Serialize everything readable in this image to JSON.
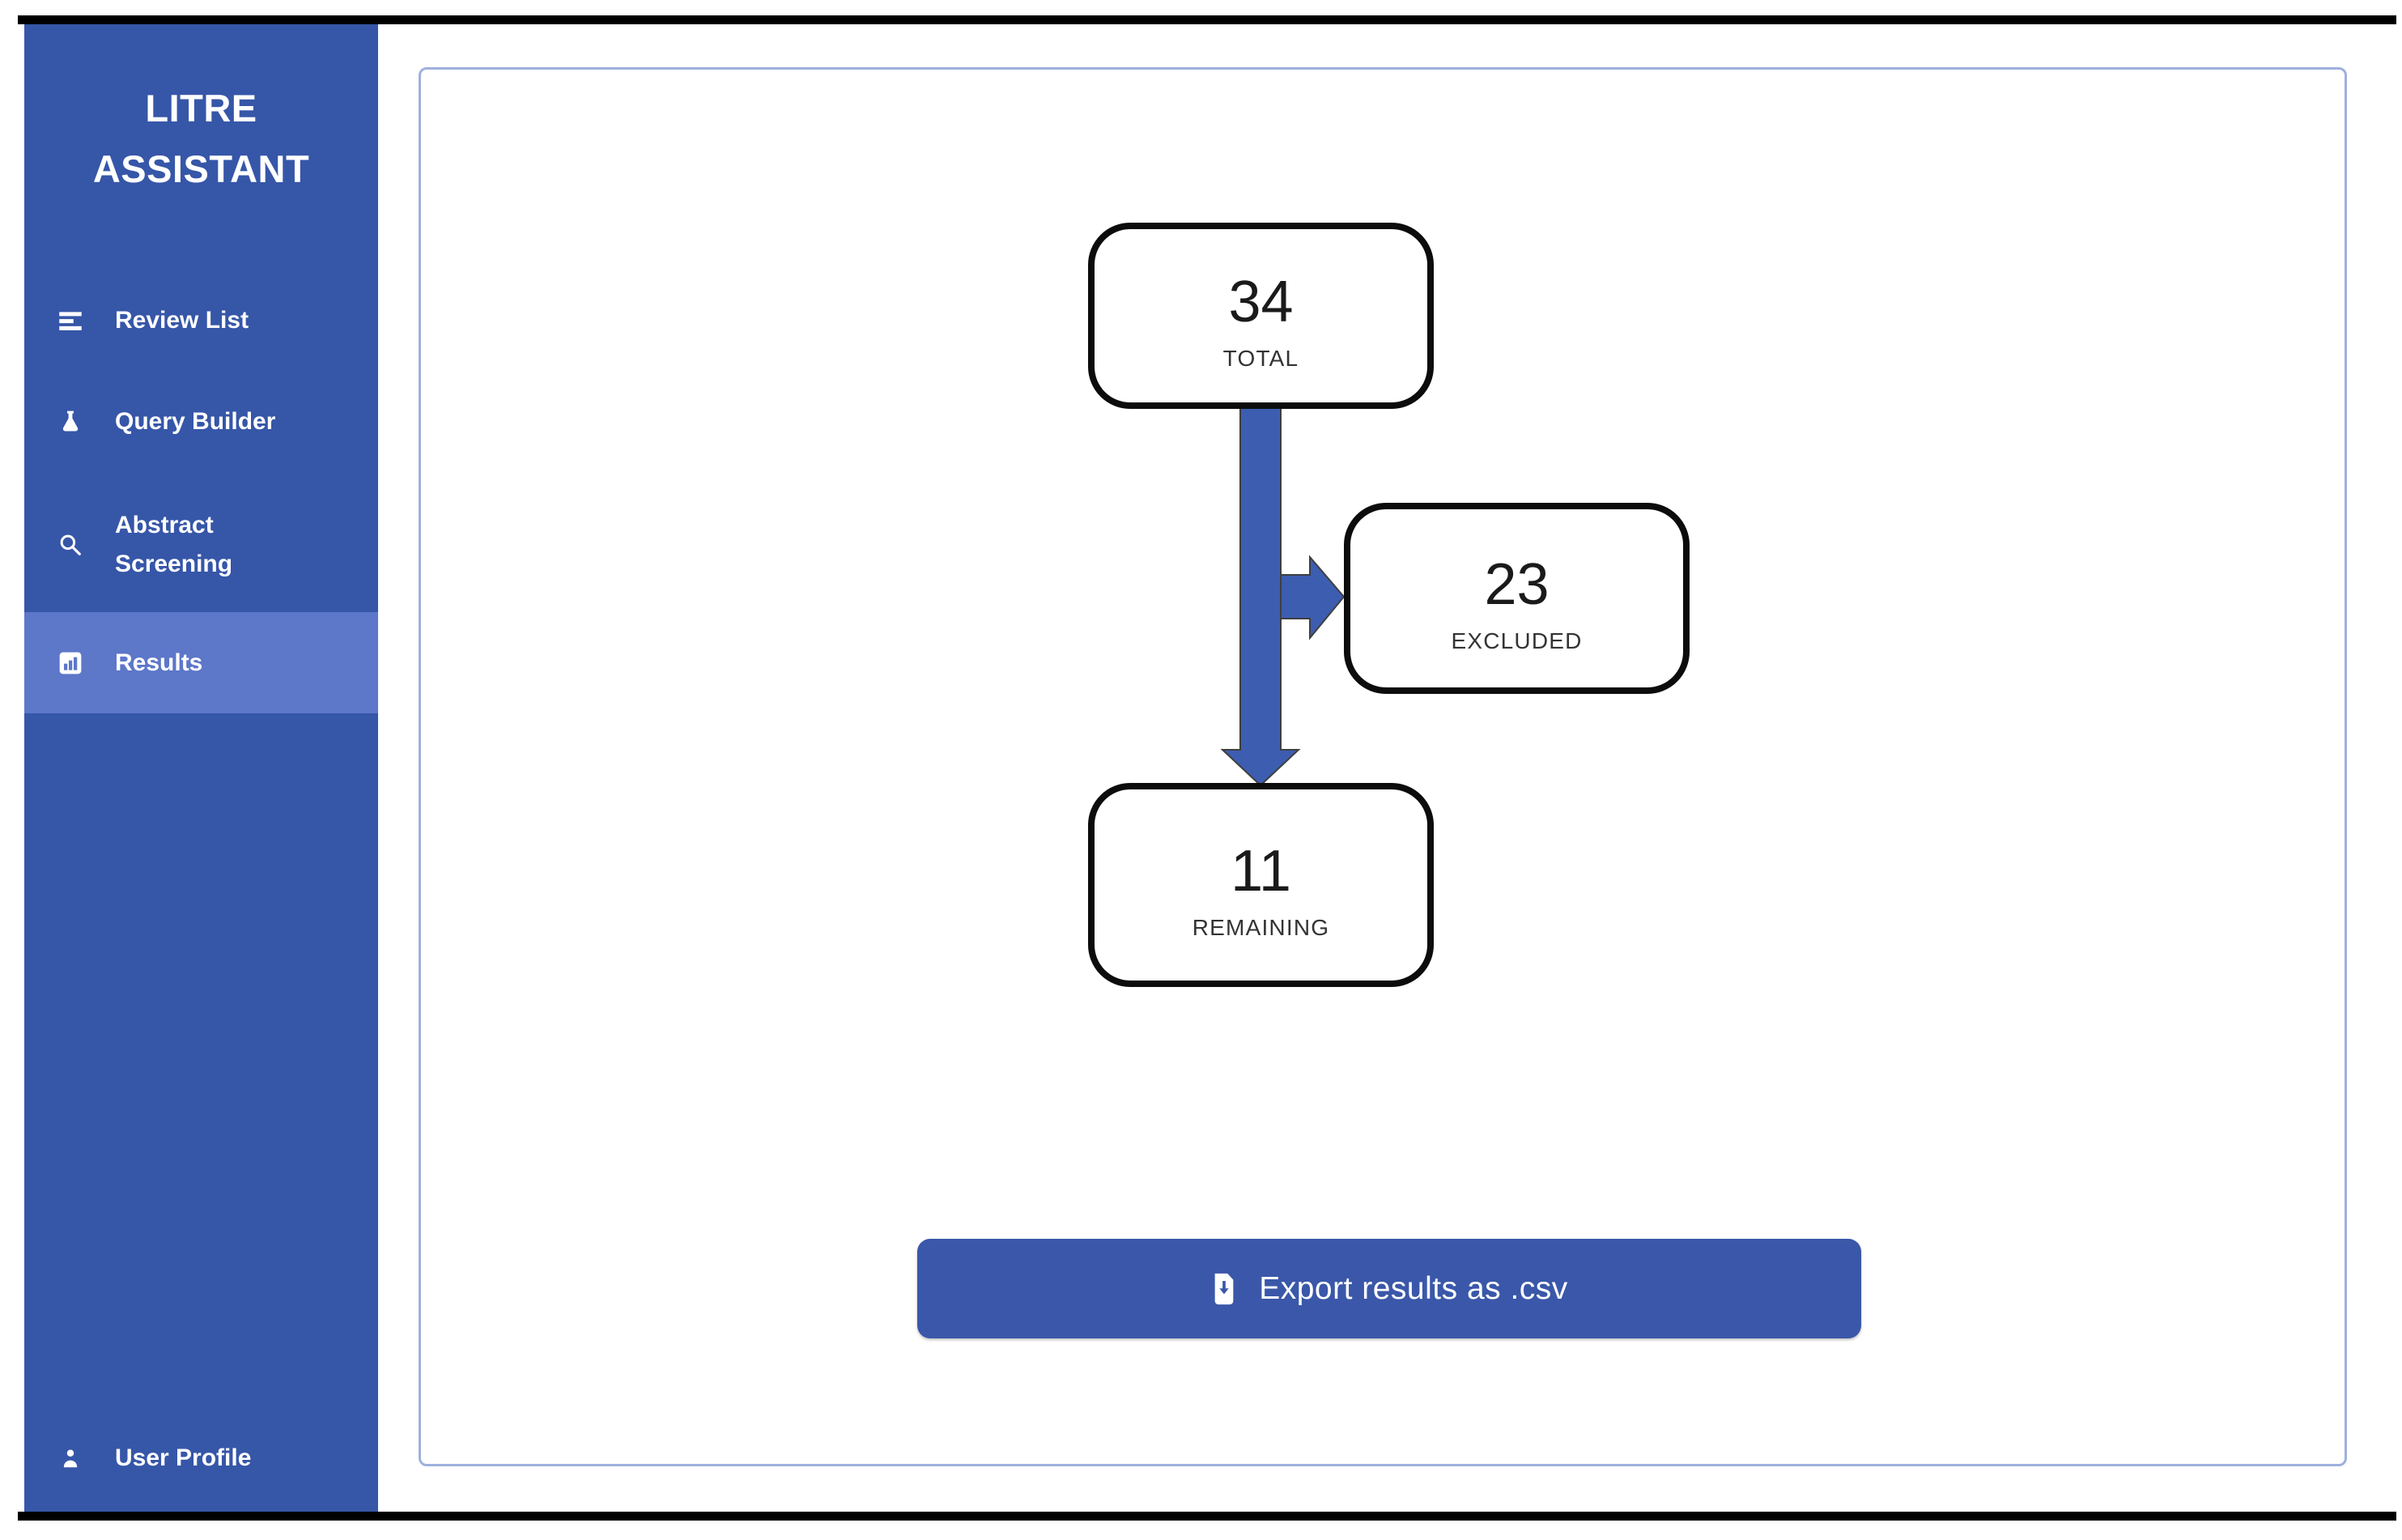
{
  "app": {
    "title_line1": "LITRE",
    "title_line2": "ASSISTANT"
  },
  "sidebar": {
    "items": [
      {
        "label": "Review List",
        "icon": "list-icon",
        "active": false
      },
      {
        "label": "Query Builder",
        "icon": "flask-icon",
        "active": false
      },
      {
        "label": "Abstract Screening",
        "icon": "search-icon",
        "active": false
      },
      {
        "label": "Results",
        "icon": "chart-icon",
        "active": true
      }
    ],
    "footer_item": {
      "label": "User Profile",
      "icon": "user-icon"
    }
  },
  "flowchart": {
    "nodes": [
      {
        "value": "34",
        "label": "TOTAL"
      },
      {
        "value": "23",
        "label": "EXCLUDED"
      },
      {
        "value": "11",
        "label": "REMAINING"
      }
    ],
    "edges": [
      {
        "from": "TOTAL",
        "to": "EXCLUDED"
      },
      {
        "from": "TOTAL",
        "to": "REMAINING"
      }
    ]
  },
  "export_button": {
    "label": "Export results as .csv",
    "icon": "file-download-icon"
  },
  "colors": {
    "sidebar_bg": "#3656a8",
    "active_item_bg": "#5d77c9",
    "arrow_fill": "#3d5db1",
    "button_bg": "#3a57a9",
    "card_border": "#9fb0de",
    "box_border": "#0c0c0c",
    "frame_bar": "#000000"
  }
}
